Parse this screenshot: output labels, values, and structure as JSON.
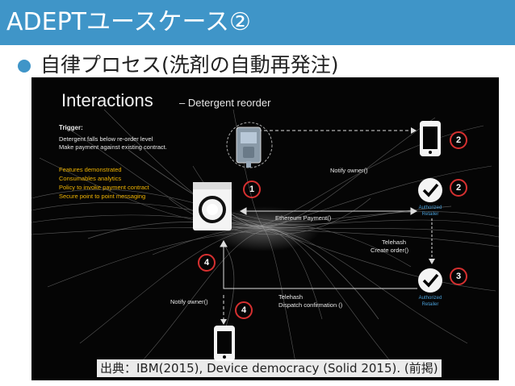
{
  "header": {
    "title": "ADEPTユースケース②"
  },
  "bullet": {
    "text": "自律プロセス(洗剤の自動再発注)"
  },
  "slide": {
    "title": "Interactions",
    "subtitle": "– Detergent reorder",
    "trigger_label": "Trigger",
    "trigger_lines": [
      "Detergent falls below re-order level",
      "Make payment against existing contract."
    ],
    "features": [
      "Features demonstrated",
      "Consumables analytics",
      "Policy to invoke payment contract",
      "Secure point to point messaging"
    ],
    "flows": {
      "notify_owner_top": "Notify owner()",
      "ethereum_payment": "Ethereum Payment()",
      "telehash_create": [
        "Telehash",
        "Create order()"
      ],
      "telehash_dispatch": [
        "Telehash",
        "Dispatch confirmation ()"
      ],
      "notify_owner_bottom": "Notify owner()"
    },
    "retailer_top": [
      "Authorized",
      "Retailer"
    ],
    "retailer_bottom": [
      "Authorized",
      "Retailer"
    ],
    "steps": {
      "phone_top": "2",
      "retailer_top": "2",
      "retailer_bottom": "3",
      "washer": "1",
      "left": "4",
      "bottom": "4"
    },
    "colors": {
      "accent": "#3f95c8",
      "step_ring": "#d63030",
      "highlight": "#f0b400",
      "retailer_text": "#4a9fd8"
    }
  },
  "caption": "出典：IBM(2015), Device democracy (Solid 2015). (前掲)"
}
